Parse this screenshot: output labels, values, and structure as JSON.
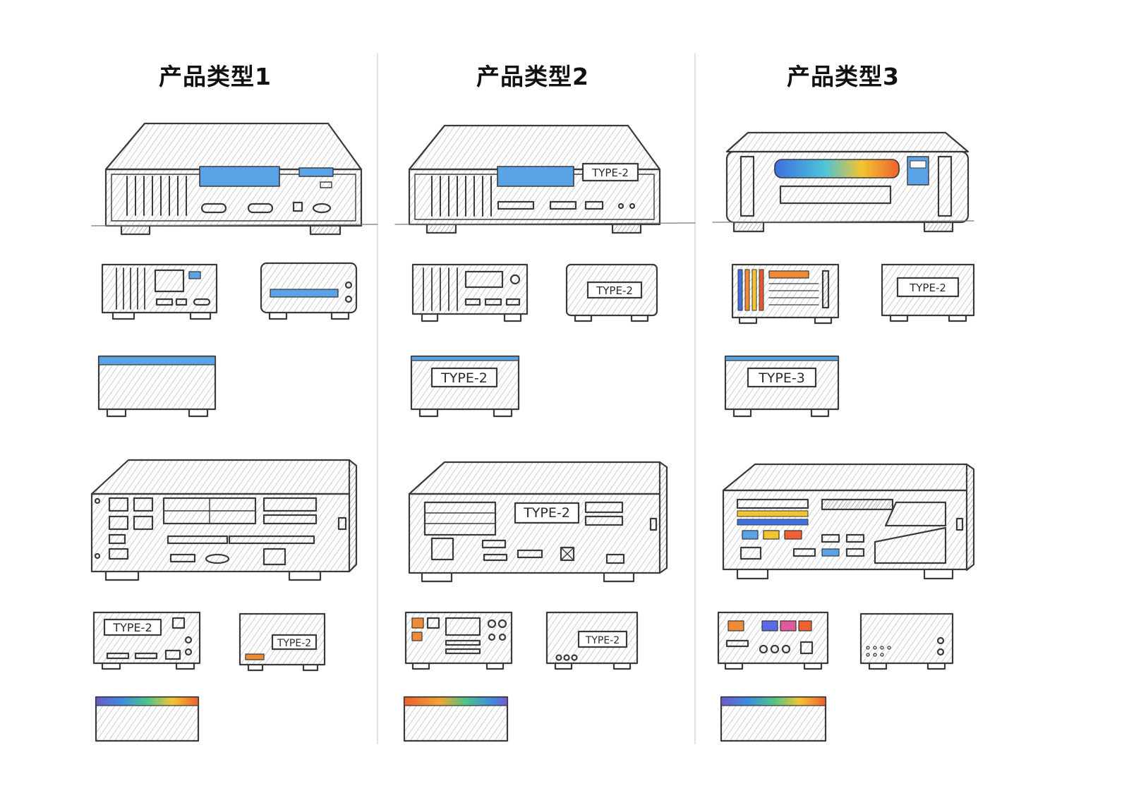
{
  "columns": [
    {
      "title": "产品类型1"
    },
    {
      "title": "产品类型2"
    },
    {
      "title": "产品类型3"
    }
  ],
  "labels": {
    "type2": "TYPE-2",
    "type3": "TYPE-3"
  },
  "colors": {
    "pencil": "#3a3a3a",
    "hatch": "#9a9a9a",
    "blue_screen": "#5aa3e6",
    "divider": "#dcdcdc"
  }
}
